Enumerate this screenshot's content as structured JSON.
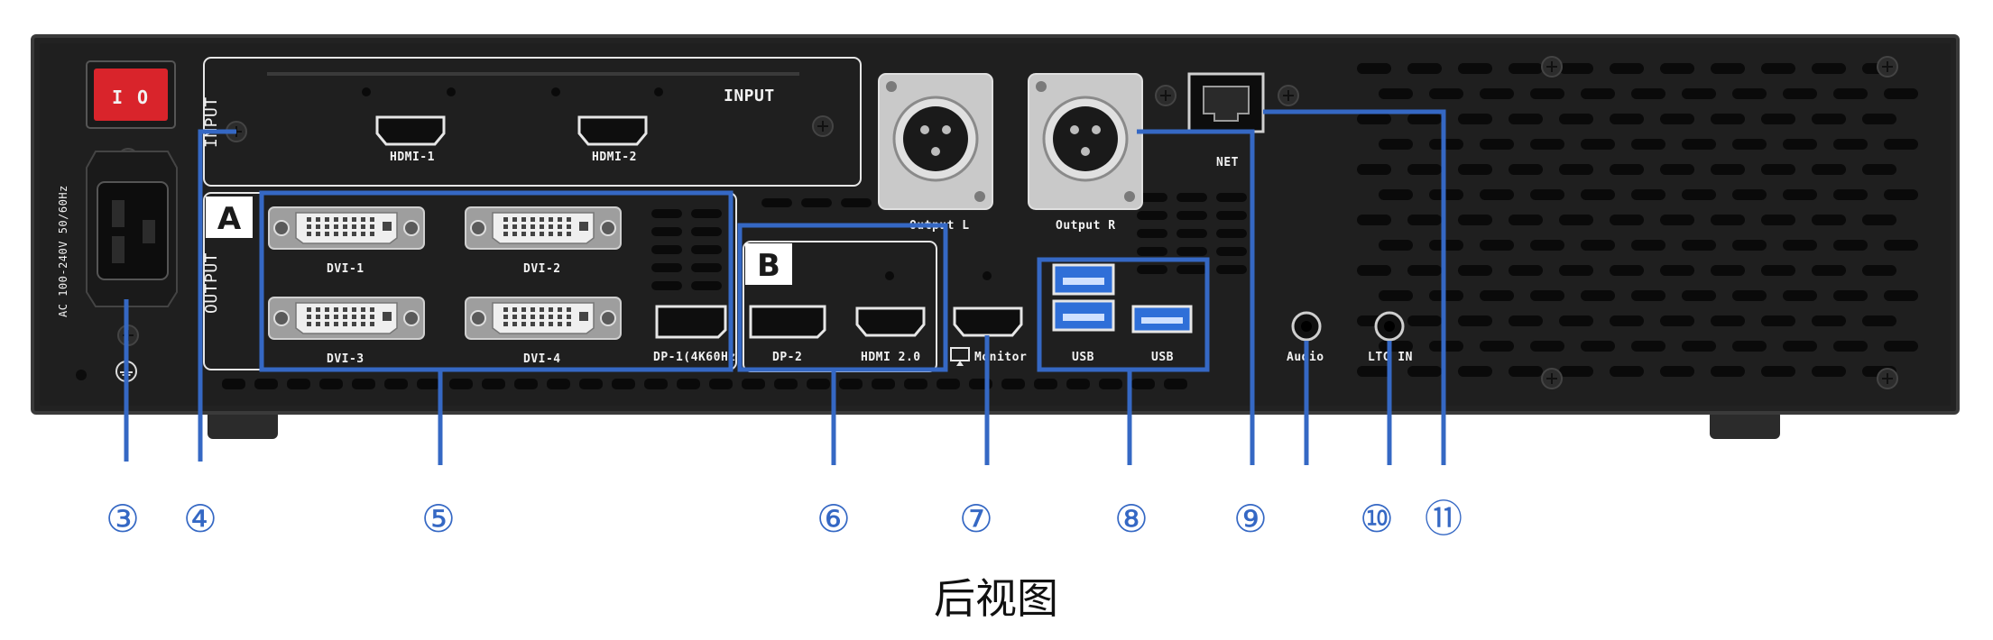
{
  "colors": {
    "chassis": "#232323",
    "chassis_edge": "#3a3a3a",
    "accent": "#3568c4",
    "switch_red": "#d9242b",
    "metal": "#c9c9c9",
    "port_white": "#f0f0f0"
  },
  "power": {
    "rating": "AC 100-240V 50/60Hz",
    "switch_on": "I",
    "switch_off": "O",
    "ground_icon": "ground-icon"
  },
  "input_card": {
    "title": "INPUT",
    "side_label": "INPUT",
    "ports": [
      "HDMI-1",
      "HDMI-2"
    ]
  },
  "output": {
    "side_label": "OUTPUT",
    "section_a": "A",
    "section_b": "B",
    "dvi": [
      "DVI-1",
      "DVI-2",
      "DVI-3",
      "DVI-4"
    ],
    "dp1": "DP-1(4K60Hz)",
    "dp2": "DP-2",
    "hdmi20": "HDMI 2.0",
    "monitor": "Monitor"
  },
  "audio_xlr": {
    "left": "Output L",
    "right": "Output R"
  },
  "misc": {
    "net": "NET",
    "usb1": "USB",
    "usb2": "USB",
    "audio": "Audio",
    "ltc": "LTC IN"
  },
  "callouts": [
    "③",
    "④",
    "⑤",
    "⑥",
    "⑦",
    "⑧",
    "⑨",
    "⑩",
    "⑪"
  ],
  "caption": "后视图"
}
